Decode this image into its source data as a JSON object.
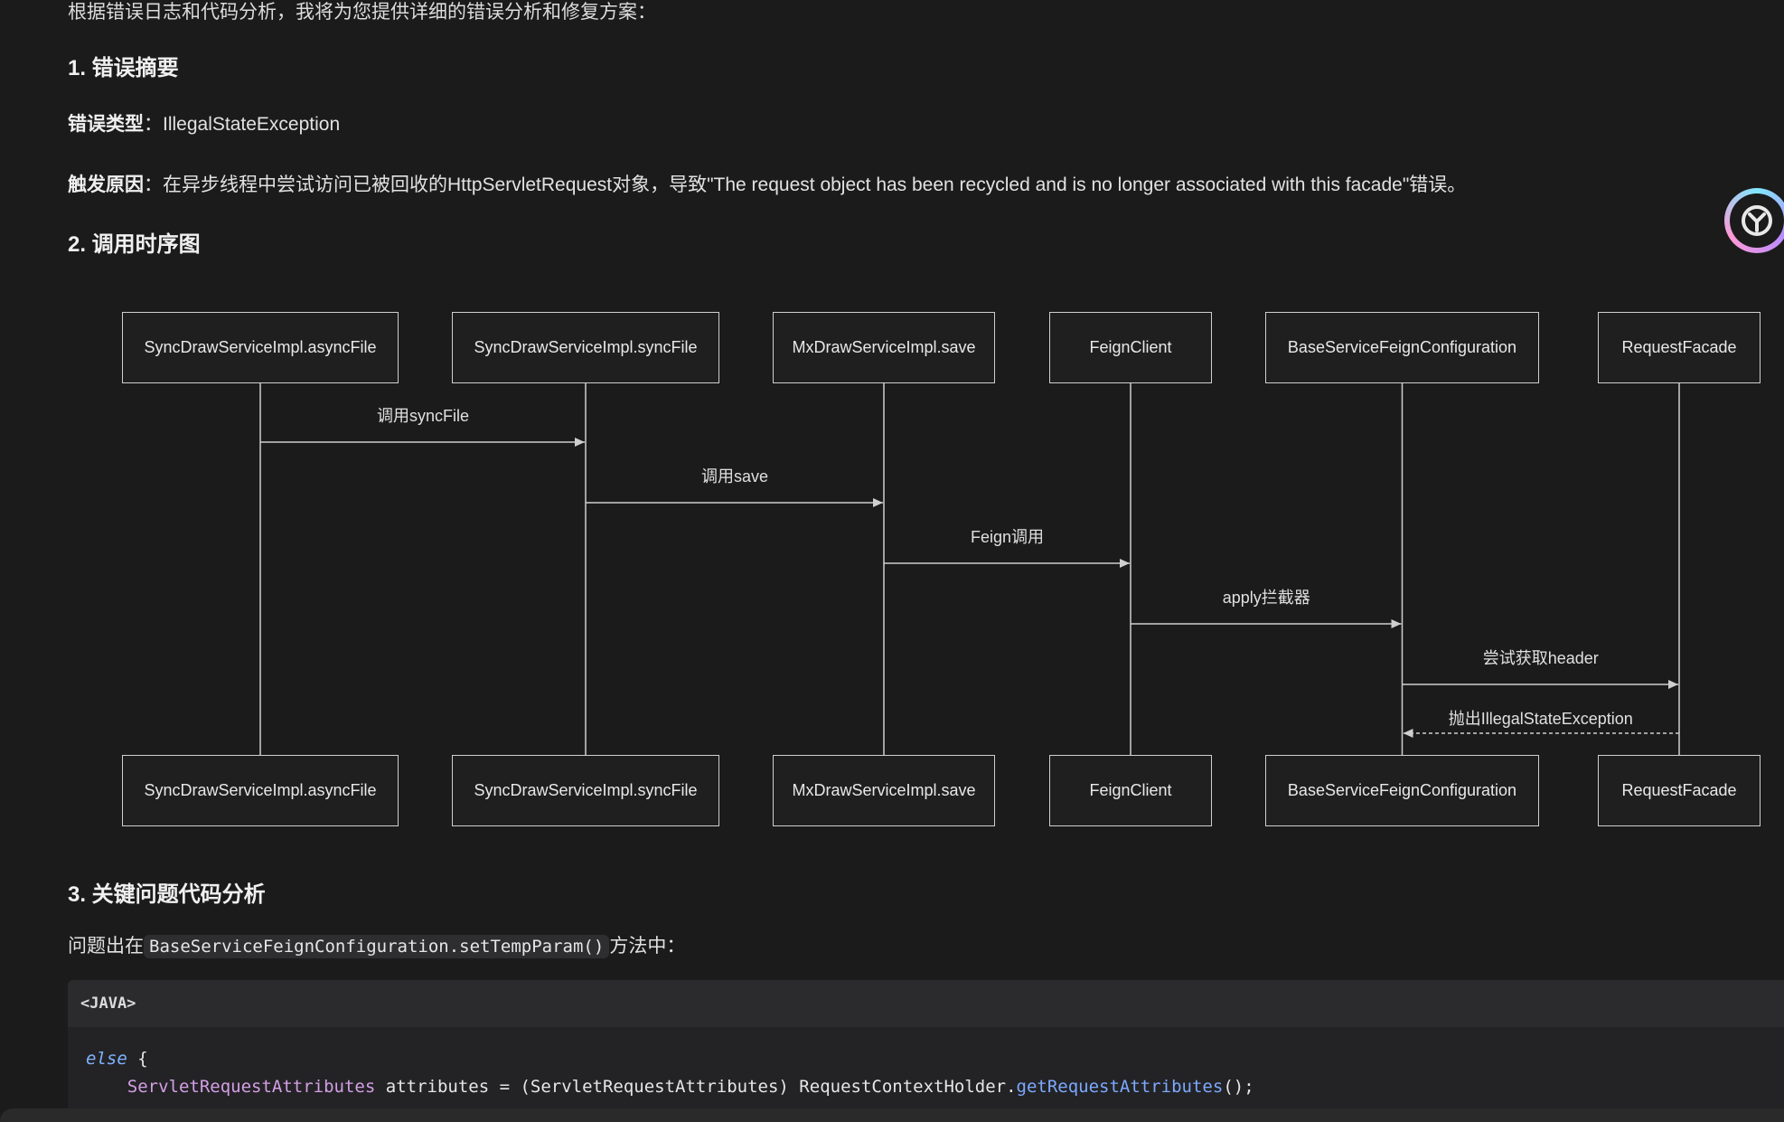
{
  "intro": "根据错误日志和代码分析，我将为您提供详细的错误分析和修复方案：",
  "section1": {
    "title": "1. 错误摘要",
    "type_label": "错误类型",
    "type_value": "：IllegalStateException",
    "cause_label": "触发原因",
    "cause_value": "：在异步线程中尝试访问已被回收的HttpServletRequest对象，导致\"The request object has been recycled and is no longer associated with this facade\"错误。"
  },
  "section2": {
    "title": "2. 调用时序图",
    "actors": [
      "SyncDrawServiceImpl.asyncFile",
      "SyncDrawServiceImpl.syncFile",
      "MxDrawServiceImpl.save",
      "FeignClient",
      "BaseServiceFeignConfiguration",
      "RequestFacade"
    ],
    "messages": [
      {
        "from": 0,
        "to": 1,
        "label": "调用syncFile",
        "dashed": false
      },
      {
        "from": 1,
        "to": 2,
        "label": "调用save",
        "dashed": false
      },
      {
        "from": 2,
        "to": 3,
        "label": "Feign调用",
        "dashed": false
      },
      {
        "from": 3,
        "to": 4,
        "label": "apply拦截器",
        "dashed": false
      },
      {
        "from": 4,
        "to": 5,
        "label": "尝试获取header",
        "dashed": false
      },
      {
        "from": 5,
        "to": 4,
        "label": "抛出IllegalStateException",
        "dashed": true
      }
    ]
  },
  "section3": {
    "title": "3. 关键问题代码分析",
    "para_prefix": "问题出在",
    "para_code": "BaseServiceFeignConfiguration.setTempParam()",
    "para_suffix": "方法中：",
    "code_lang": "<JAVA>",
    "code": {
      "line1_kw": "else",
      "line1_rest": " {",
      "line2_indent": "    ",
      "line2_type": "ServletRequestAttributes",
      "line2_mid": " attributes = (ServletRequestAttributes) RequestContextHolder.",
      "line2_method": "getRequestAttributes",
      "line2_end": "();"
    }
  },
  "colors": {
    "background": "#1b1b1c",
    "line": "#cfcfcf",
    "code_type": "#d49fe6",
    "code_method": "#7ca9ff"
  }
}
